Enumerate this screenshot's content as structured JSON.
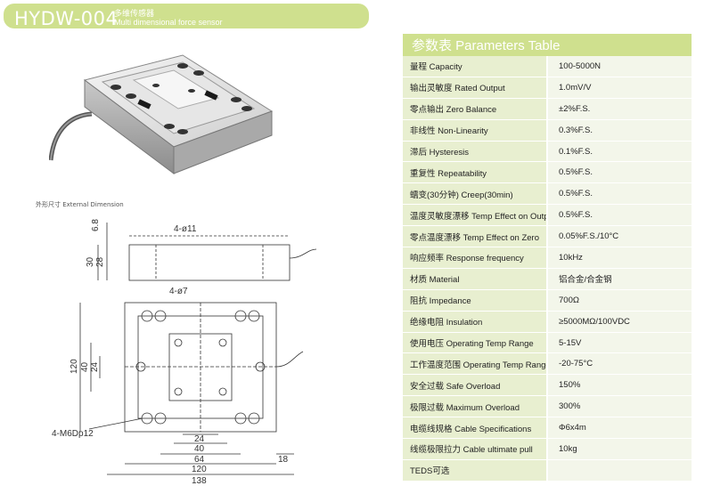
{
  "header": {
    "model": "HYDW-004",
    "name_cn": "多维传感器",
    "name_en": "Multi dimensional force sensor"
  },
  "drawing": {
    "title": "外形尺寸 External Dimension",
    "dims": {
      "d68": "6.8",
      "d30": "30",
      "d28": "28",
      "hole11": "4-ø11",
      "hole7": "4-ø7",
      "d120v": "120",
      "d40v": "40",
      "d24v": "24",
      "thread": "4-M6Dp12",
      "d24h": "24",
      "d40h": "40",
      "d64": "64",
      "d120h": "120",
      "d18": "18",
      "d138": "138"
    }
  },
  "table": {
    "title": "参数表  Parameters Table",
    "rows": [
      {
        "name": "量程 Capacity",
        "value": "100-5000N"
      },
      {
        "name": "输出灵敏度 Rated Output",
        "value": "1.0mV/V"
      },
      {
        "name": "零点输出 Zero Balance",
        "value": "±2%F.S."
      },
      {
        "name": "非线性 Non-Linearity",
        "value": "0.3%F.S."
      },
      {
        "name": "滞后 Hysteresis",
        "value": "0.1%F.S."
      },
      {
        "name": "重复性 Repeatability",
        "value": "0.5%F.S."
      },
      {
        "name": "蠕变(30分钟) Creep(30min)",
        "value": "0.5%F.S."
      },
      {
        "name": "温度灵敏度漂移 Temp Effect on Output",
        "value": "0.5%F.S."
      },
      {
        "name": "零点温度漂移 Temp Effect on Zero",
        "value": "0.05%F.S./10°C"
      },
      {
        "name": "响应频率 Response frequency",
        "value": "10kHz"
      },
      {
        "name": "材质 Material",
        "value": "铝合金/合金钢"
      },
      {
        "name": "阻抗 Impedance",
        "value": "700Ω"
      },
      {
        "name": "绝缘电阻 Insulation",
        "value": "≥5000MΩ/100VDC"
      },
      {
        "name": "使用电压 Operating Temp Range",
        "value": "5-15V"
      },
      {
        "name": "工作温度范围 Operating Temp Range",
        "value": "-20-75°C"
      },
      {
        "name": "安全过载 Safe Overload",
        "value": "150%"
      },
      {
        "name": "极限过载 Maximum Overload",
        "value": "300%"
      },
      {
        "name": "电缆线规格 Cable Specifications",
        "value": "Φ6x4m"
      },
      {
        "name": "线缆极限拉力 Cable ultimate pull",
        "value": "10kg"
      },
      {
        "name": "TEDS可选",
        "value": ""
      }
    ]
  }
}
